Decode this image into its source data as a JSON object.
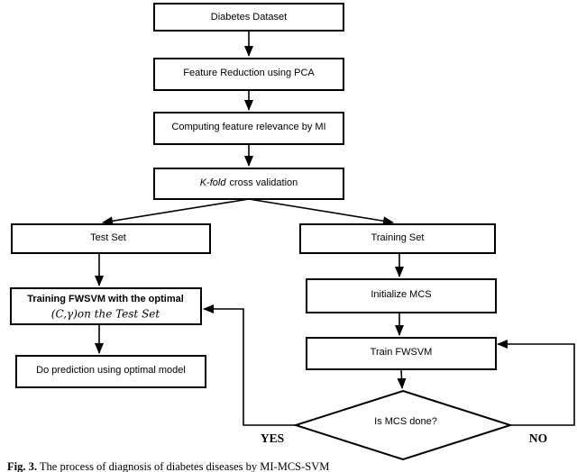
{
  "figure": {
    "caption_label": "Fig. 3.",
    "caption_text": " The process of diagnosis of diabetes diseases by MI-MCS-SVM"
  },
  "flowchart": {
    "nodes": {
      "diabetes_dataset": "Diabetes Dataset",
      "feature_reduction": "Feature Reduction using PCA",
      "computing_mi": "Computing feature relevance by MI",
      "kfold_italic": "K-fold",
      "kfold_rest": "cross validation",
      "test_set": "Test Set",
      "training_set": "Training Set",
      "training_fwsvm_line1": "Training FWSVM with the optimal",
      "training_fwsvm_line2": "(C,γ)on the Test Set",
      "initialize_mcs": "Initialize MCS",
      "train_fwsvm": "Train FWSVM",
      "do_prediction": "Do prediction using optimal model",
      "decision": "Is MCS done?"
    },
    "edge_labels": {
      "yes": "YES",
      "no": "NO"
    },
    "colors": {
      "stroke": "#000000",
      "background": "#ffffff"
    }
  }
}
